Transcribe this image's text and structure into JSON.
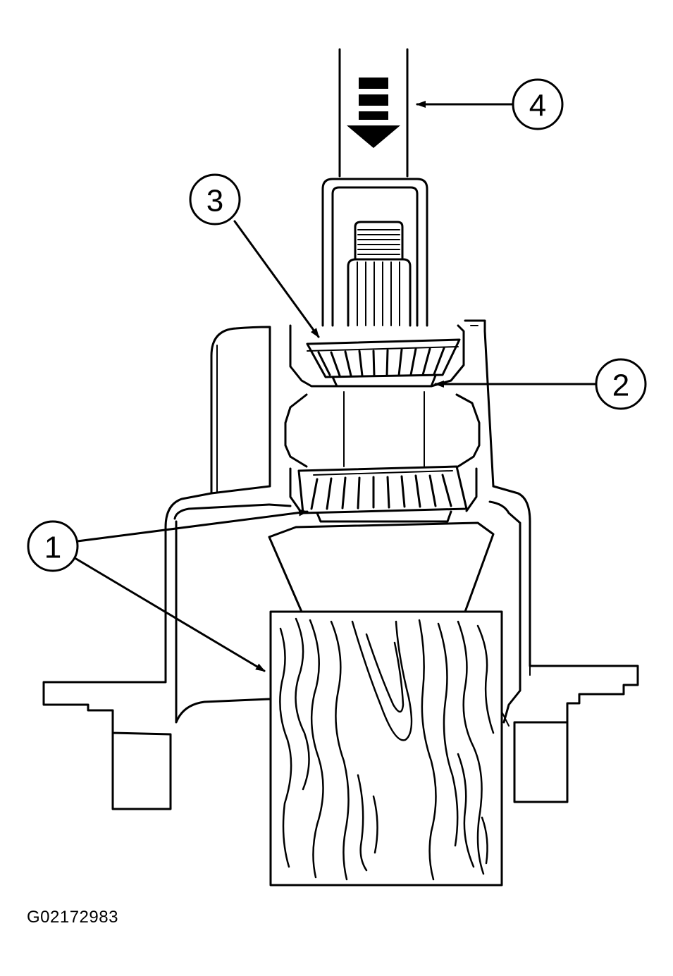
{
  "callouts": [
    {
      "id": "1",
      "label": "1"
    },
    {
      "id": "2",
      "label": "2"
    },
    {
      "id": "3",
      "label": "3"
    },
    {
      "id": "4",
      "label": "4"
    }
  ],
  "figure_id": "G02172983",
  "colors": {
    "ink": "#000000",
    "paper": "#ffffff"
  }
}
